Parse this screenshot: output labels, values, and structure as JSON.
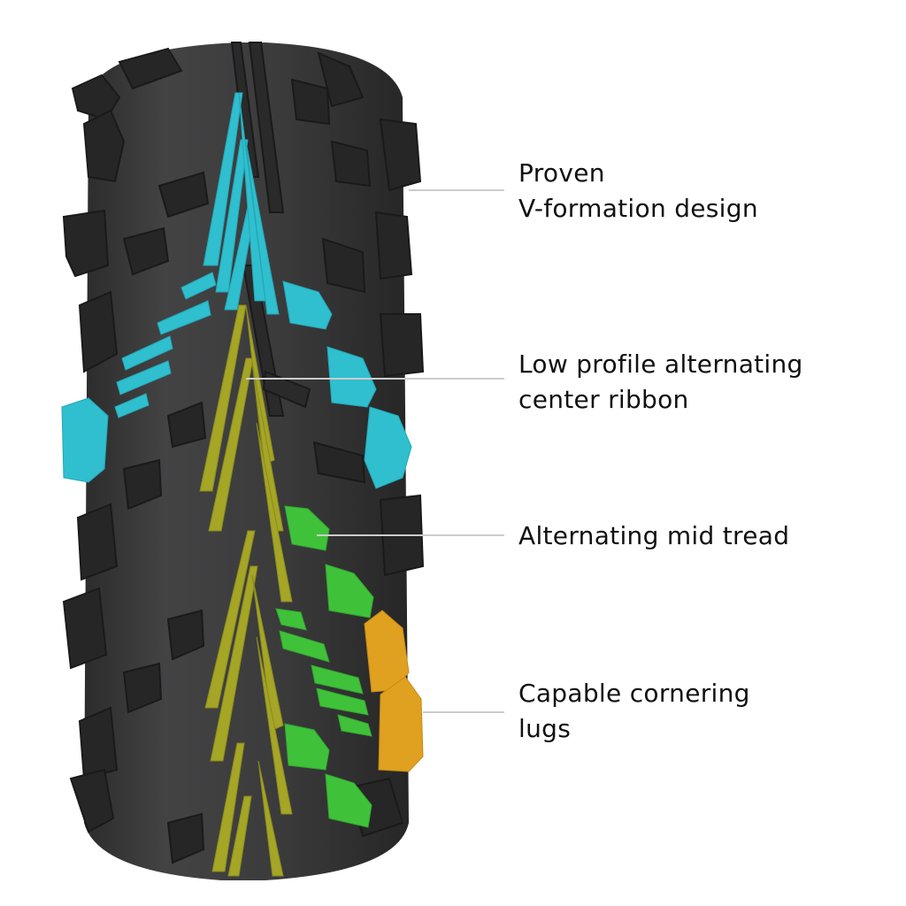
{
  "diagram": {
    "subject": "Mountain bike tire tread pattern",
    "colors": {
      "background": "#ffffff",
      "tire_body": "#3a3a3b",
      "tire_knob": "#2a2a2b",
      "v_formation": "#2fbfcf",
      "center_ribbon": "#a5a526",
      "mid_tread": "#3fc23a",
      "cornering_lugs": "#e0a020",
      "leader_line": "#cccccc",
      "label_text": "#111111"
    },
    "callouts": [
      {
        "id": "v-formation",
        "lines": [
          "Proven",
          "V-formation design"
        ],
        "highlight": "v_formation"
      },
      {
        "id": "center-ribbon",
        "lines": [
          "Low profile alternating",
          "center ribbon"
        ],
        "highlight": "center_ribbon"
      },
      {
        "id": "mid-tread",
        "lines": [
          "Alternating mid tread"
        ],
        "highlight": "mid_tread"
      },
      {
        "id": "cornering-lugs",
        "lines": [
          "Capable cornering",
          "lugs"
        ],
        "highlight": "cornering_lugs"
      }
    ]
  }
}
